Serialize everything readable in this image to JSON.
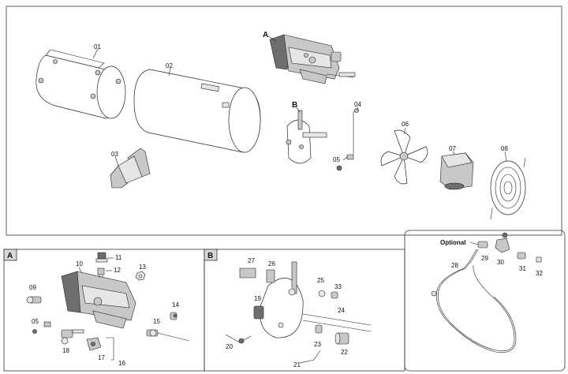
{
  "sections": {
    "A": "A",
    "B": "B",
    "optional": "Optional"
  },
  "callouts": {
    "01": "01",
    "02": "02",
    "03": "03",
    "04": "04",
    "05": "05",
    "06": "06",
    "07": "07",
    "08": "08",
    "09": "09",
    "10": "10",
    "11": "11",
    "12": "12",
    "13": "13",
    "14": "14",
    "15": "15",
    "16": "16",
    "17": "17",
    "18": "18",
    "19": "19",
    "20": "20",
    "21": "21",
    "22": "22",
    "23": "23",
    "24": "24",
    "25": "25",
    "26": "26",
    "27": "27",
    "28": "28",
    "29": "29",
    "30": "30",
    "31": "31",
    "32": "32",
    "33": "33"
  },
  "assembly_markers": {
    "top_A": "A",
    "top_B": "B"
  }
}
